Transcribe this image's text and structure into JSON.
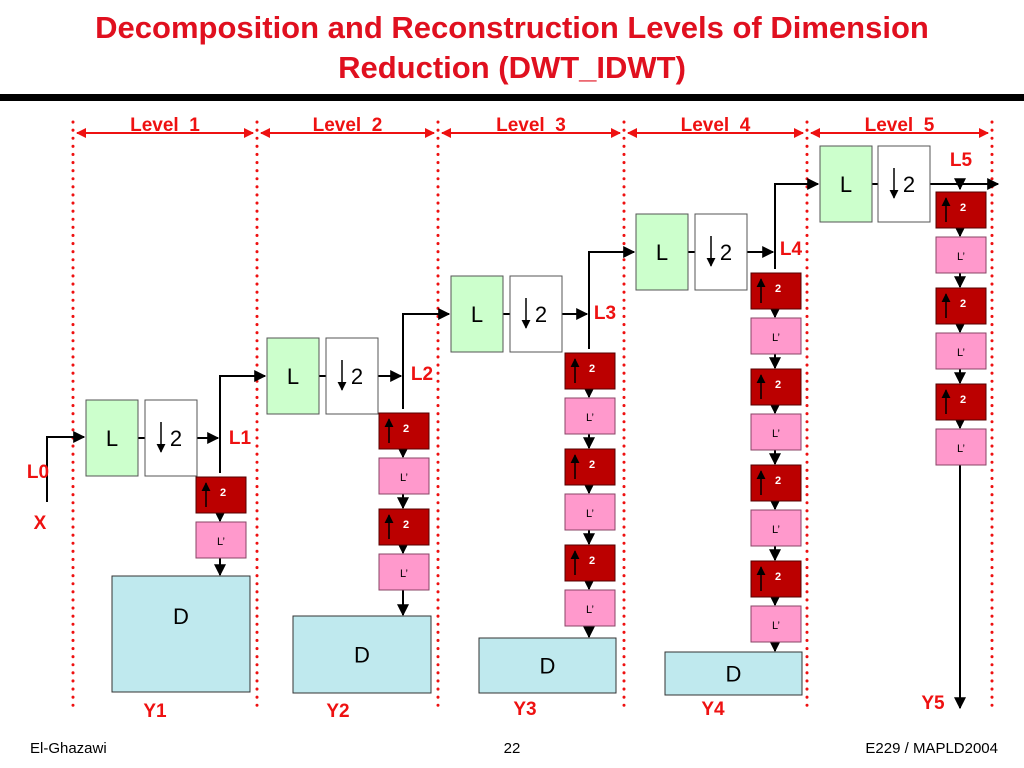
{
  "slide": {
    "title_line1": "Decomposition and Reconstruction Levels of Dimension",
    "title_line2": "Reduction (DWT_IDWT)"
  },
  "colors": {
    "title": "#e0101f",
    "accent_red": "#ee1111",
    "lowpass_fill": "#ccffcc",
    "upsample_fill": "#bb0000",
    "reconstruct_fill": "#ff99cc",
    "detail_fill": "#bfe9ee"
  },
  "diagram": {
    "input_label": "X",
    "level0_label": "L0",
    "levels": [
      {
        "header": "Level_1",
        "filter": "L",
        "down": "2",
        "up": "2",
        "recon": "L’",
        "out_label": "L1",
        "detail": "D",
        "y_label": "Y1"
      },
      {
        "header": "Level_2",
        "filter": "L",
        "down": "2",
        "up": "2",
        "recon": "L’",
        "out_label": "L2",
        "detail": "D",
        "y_label": "Y2"
      },
      {
        "header": "Level_3",
        "filter": "L",
        "down": "2",
        "up": "2",
        "recon": "L’",
        "out_label": "L3",
        "detail": "D",
        "y_label": "Y3"
      },
      {
        "header": "Level_4",
        "filter": "L",
        "down": "2",
        "up": "2",
        "recon": "L’",
        "out_label": "L4",
        "detail": "D",
        "y_label": "Y4"
      },
      {
        "header": "Level_5",
        "filter": "L",
        "down": "2",
        "up": "2",
        "recon": "L’",
        "out_label": "L5",
        "detail": "",
        "y_label": "Y5"
      }
    ]
  },
  "footer": {
    "left": "El-Ghazawi",
    "center": "22",
    "right": "E229 / MAPLD2004"
  }
}
